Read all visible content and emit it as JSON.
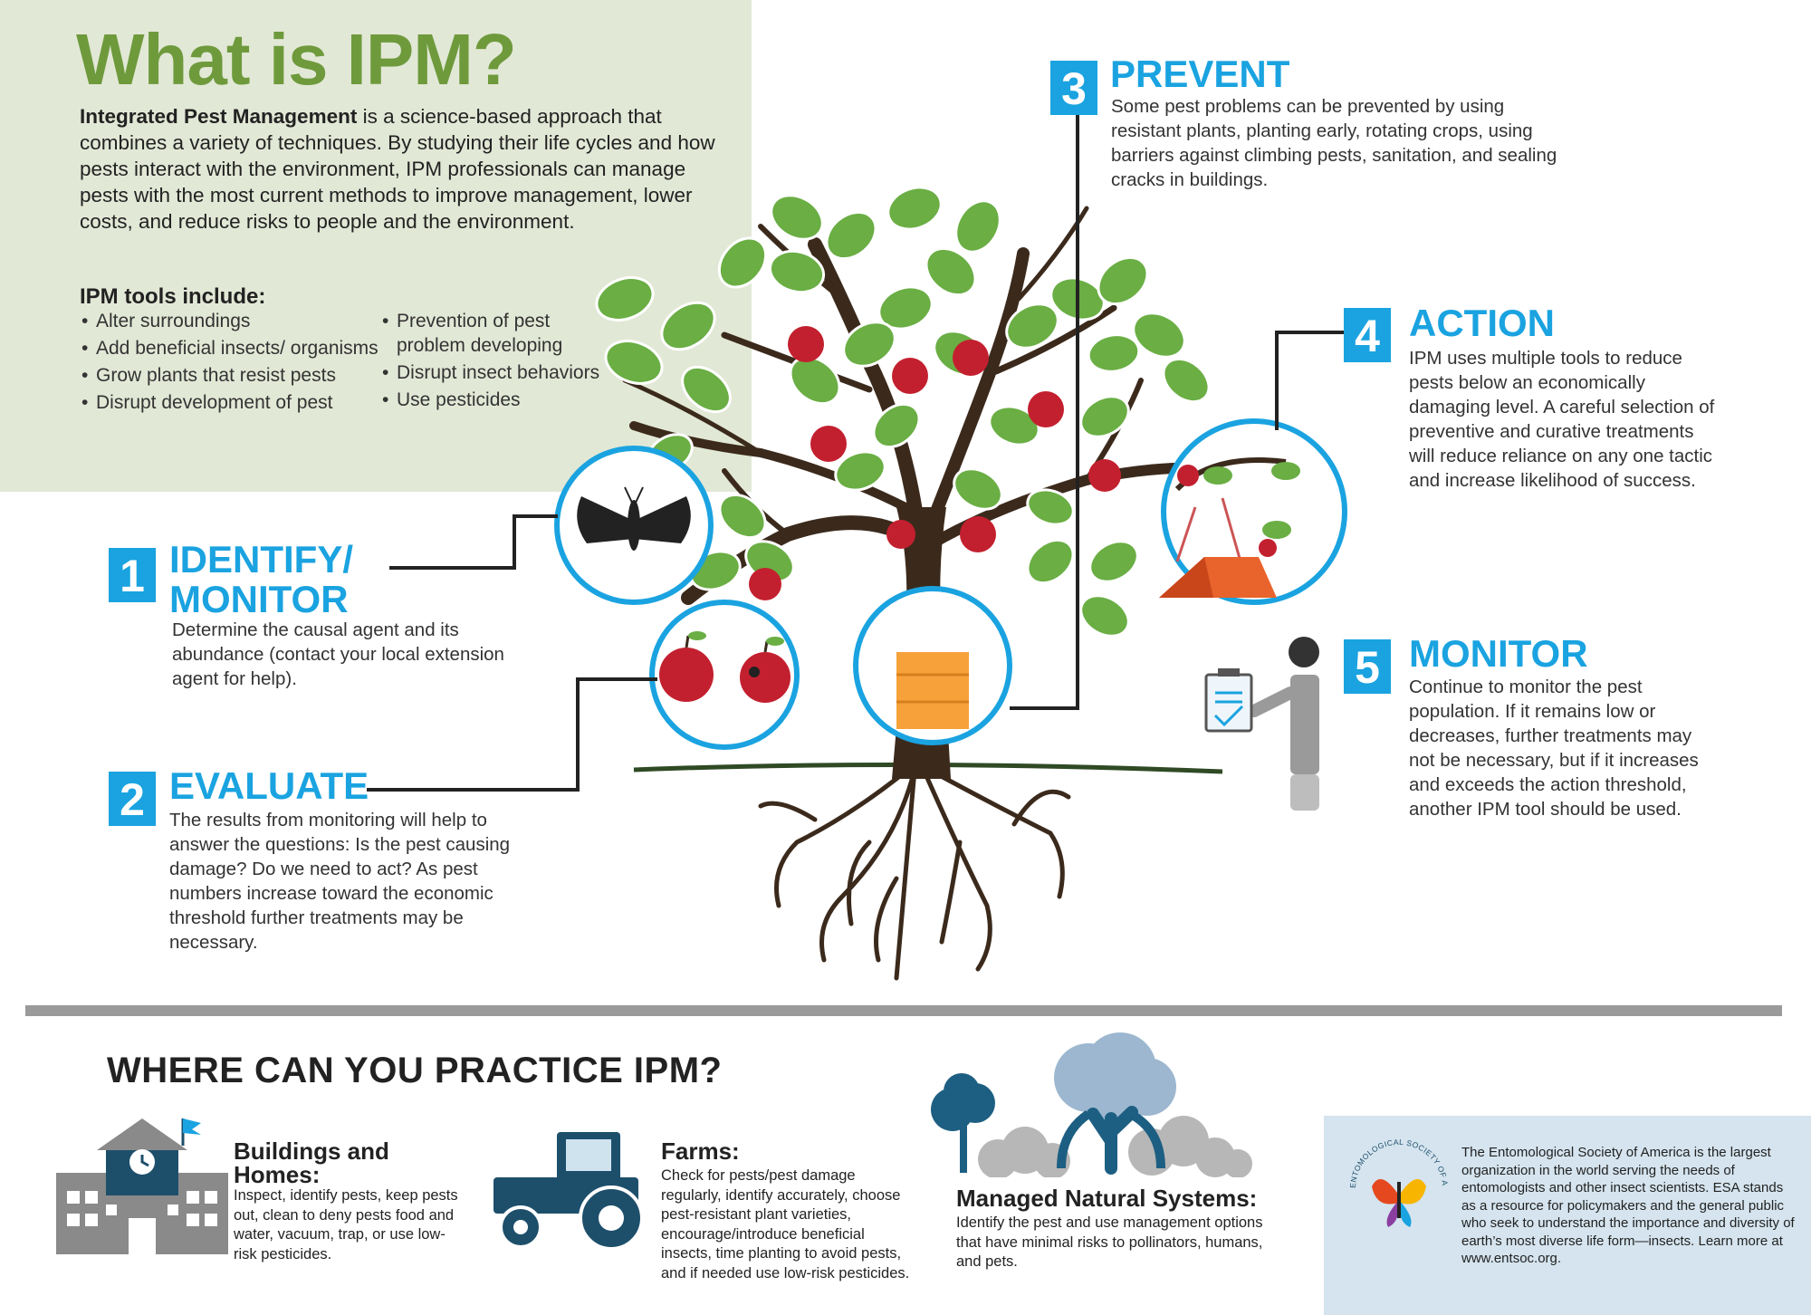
{
  "intro": {
    "title": "What is IPM?",
    "lead_bold": "Integrated Pest Management",
    "lead_rest": " is a science-based approach that combines a variety of techniques. By studying their life cycles and how pests interact with the environment, IPM professionals can manage pests with the most current methods to improve management, lower costs, and reduce risks to people and the environment.",
    "tools_heading": "IPM tools include:",
    "tools_col1": [
      "Alter surroundings",
      "Add beneficial insects/ organisms",
      "Grow plants that resist pests",
      "Disrupt development of pest"
    ],
    "tools_col2": [
      "Prevention of pest problem developing",
      "Disrupt insect behaviors",
      "Use pesticides"
    ]
  },
  "steps": {
    "s1": {
      "num": "1",
      "title_line1": "IDENTIFY/",
      "title_line2": "MONITOR",
      "text": "Determine the causal agent and its abundance (contact your local extension agent for help)."
    },
    "s2": {
      "num": "2",
      "title": "EVALUATE",
      "text": "The results from monitoring will help to answer the questions: Is the pest causing damage? Do we need to act? As pest numbers increase toward the economic threshold further treatments may be necessary."
    },
    "s3": {
      "num": "3",
      "title": "PREVENT",
      "text": "Some pest problems can be prevented by using resistant plants, planting early, rotating crops, using barriers against climbing pests, sanitation, and sealing cracks in buildings."
    },
    "s4": {
      "num": "4",
      "title": "ACTION",
      "text": "IPM uses multiple tools to reduce pests below an economically damaging level. A careful selection of preventive and curative treatments will reduce reliance on any one tactic and increase likelihood of success."
    },
    "s5": {
      "num": "5",
      "title": "MONITOR",
      "text": "Continue to monitor the pest population. If it remains low or decreases, further treatments may not be necessary, but if it increases and exceeds the action threshold, another IPM tool should be used."
    }
  },
  "where": {
    "heading": "WHERE CAN YOU PRACTICE IPM?",
    "buildings": {
      "title_line1": "Buildings and",
      "title_line2": "Homes:",
      "text": "Inspect, identify pests,  keep pests out, clean to deny pests food and water, vacuum, trap, or use low-risk pesticides."
    },
    "farms": {
      "title": "Farms:",
      "text": "Check for pests/pest damage regularly, identify accurately, choose pest-resistant plant varieties, encourage/introduce beneficial insects, time planting to avoid pests, and if needed use low-risk pesticides."
    },
    "natural": {
      "title": "Managed Natural Systems:",
      "text": "Identify the pest and use management options that have minimal risks to pollinators, humans, and pets."
    }
  },
  "esa": {
    "logo_text": "ENTOMOLOGICAL SOCIETY OF AMERICA",
    "text": "The Entomological Society of America is the largest organization in the world serving the needs of entomologists and other insect scientists. ESA stands as a resource for policymakers and the general public who seek to understand the importance and diversity of earth’s most diverse life form—insects. Learn more at www.entsoc.org."
  },
  "colors": {
    "green": "#6e9a3c",
    "blue": "#1aa3e0",
    "intro_bg": "#e2e8d6",
    "esa_bg": "#d5e4ee",
    "apple_red": "#c3202f",
    "leaf_green": "#6aae44",
    "navy": "#1d4f6b"
  }
}
